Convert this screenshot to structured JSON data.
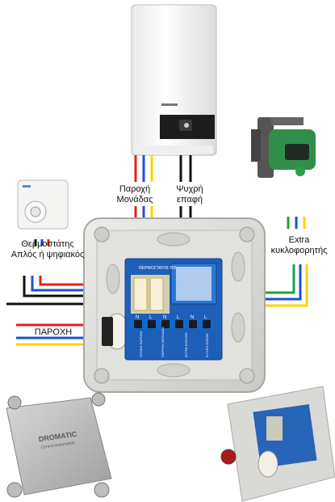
{
  "labels": {
    "boiler_supply": [
      "Παροχή",
      "Μονάδας"
    ],
    "cold_contact": [
      "Ψυχρή",
      "επαφή"
    ],
    "extra_pump": [
      "Extra",
      "κυκλοφορητής"
    ],
    "thermostat": [
      "Θερμοστάτης",
      "Απλός ή ψηφιακός"
    ],
    "supply": "ΠΑΡΟΧΗ"
  },
  "box_lid_text": {
    "brand": "DROMATIC",
    "tagline": "Central Automation"
  },
  "board": {
    "header": "ΘΕΡΜΟΣΤΑΤΗΣ Θ/Σ",
    "terminals": [
      "N",
      "L",
      "N",
      "L",
      "N",
      "L"
    ],
    "terminal_captions": [
      "ΓΕΝΙΚΗ ΠΑΡΟΧΗ",
      "ΠΑΡΟΧΗ ΜΟΝΑΔΑΣ",
      "ΕΞΤΡΑ ΚΥΚΛΟΦ.",
      "ΨΥΧΡΗ ΕΠΑΦΗ"
    ]
  },
  "colors": {
    "wire_red": "#e8201c",
    "wire_blue": "#1f4fd6",
    "wire_yellow": "#ffd200",
    "wire_black": "#111111",
    "wire_green": "#16a34a",
    "pcb_blue": "#1e5fb8",
    "box_grey": "#d9d9d6"
  }
}
